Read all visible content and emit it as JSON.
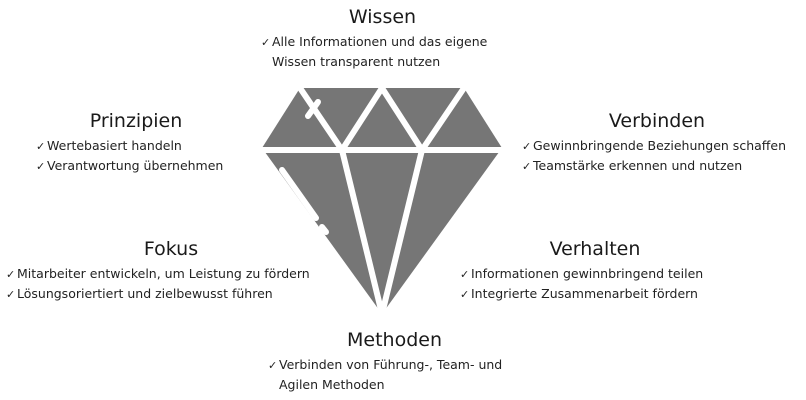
{
  "colors": {
    "diamond_fill": "#767676",
    "facet_lines": "#ffffff",
    "text": "#1a1a1a"
  },
  "check_mark": "✓",
  "wissen": {
    "title": "Wissen",
    "item1_line1": "Alle Informationen und das eigene",
    "item1_line2": "Wissen transparent nutzen"
  },
  "prinzipien": {
    "title": "Prinzipien",
    "items": [
      "Wertebasiert handeln",
      "Verantwortung übernehmen"
    ]
  },
  "verbinden": {
    "title": "Verbinden",
    "items": [
      "Gewinnbringende Beziehungen schaffen",
      "Teamstärke erkennen und nutzen"
    ]
  },
  "fokus": {
    "title": "Fokus",
    "items": [
      "Mitarbeiter entwickeln, um Leistung zu fördern",
      "Lösungsoriertiert und zielbewusst führen"
    ]
  },
  "verhalten": {
    "title": "Verhalten",
    "items": [
      "Informationen gewinnbringend teilen",
      "Integrierte Zusammenarbeit fördern"
    ]
  },
  "methoden": {
    "title": "Methoden",
    "item1_line1": "Verbinden von Führung-, Team- und",
    "item1_line2": "Agilen Methoden"
  },
  "icons": {
    "diamond": "diamond-icon",
    "check": "check-icon"
  }
}
